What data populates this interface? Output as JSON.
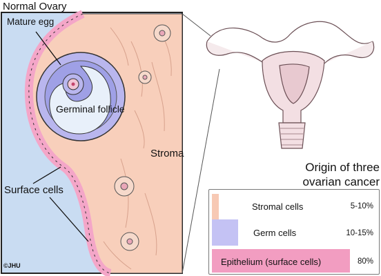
{
  "labels": {
    "title": "Normal Ovary",
    "mature_egg": "Mature egg",
    "germinal_follicle": "Germinal follicle",
    "stroma": "Stroma",
    "surface_cells": "Surface cells",
    "copyright": "©JHU"
  },
  "legend": {
    "title": "Origin of three ovarian cancer types",
    "rows": [
      {
        "label": "Stromal cells",
        "percent": "5-10%",
        "color": "#f7c9b4"
      },
      {
        "label": "Germ cells",
        "percent": "10-15%",
        "color": "#c4c2f4"
      },
      {
        "label": "Epithelium (surface cells)",
        "percent": "80%",
        "color": "#f29dc1"
      }
    ]
  },
  "colors": {
    "stroma": "#f8cfbb",
    "background_fluid": "#c9dcf2",
    "surface_cells": "#f4a6c8",
    "follicle": "#b9b6ee",
    "outline": "#222222"
  }
}
